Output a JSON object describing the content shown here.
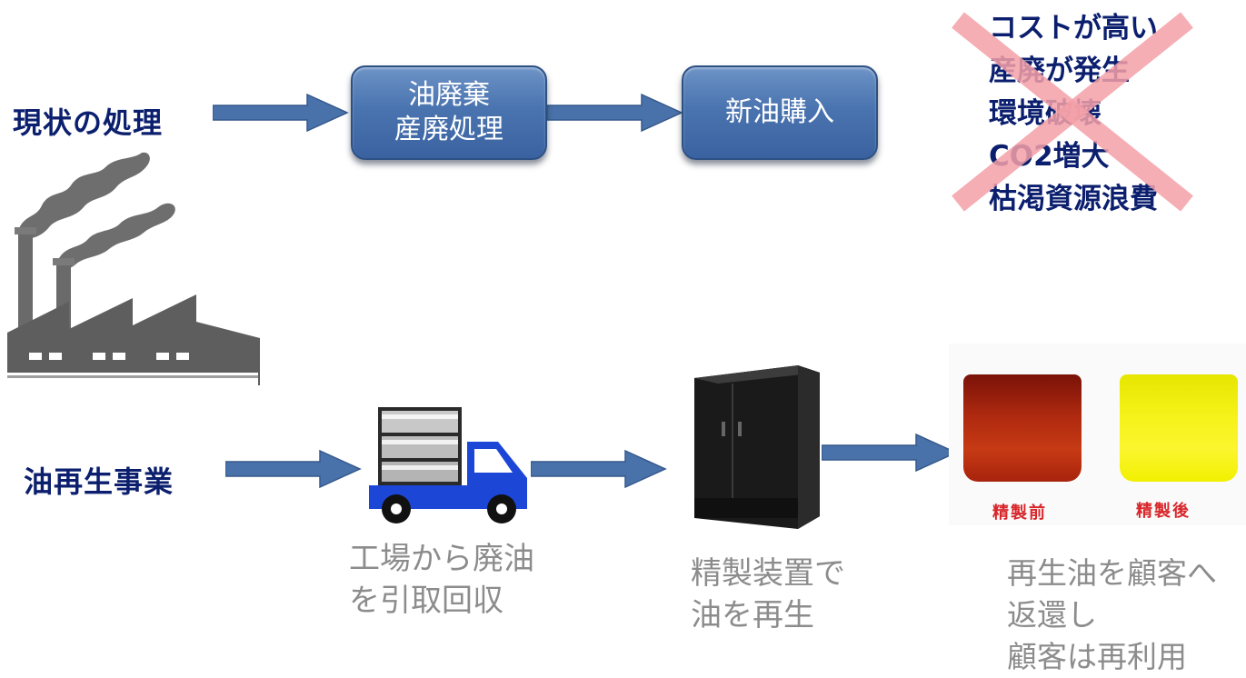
{
  "current_process": {
    "label": "現状の処理",
    "steps": [
      {
        "lines": [
          "油廃棄",
          "産廃処理"
        ]
      },
      {
        "lines": [
          "新油購入"
        ]
      }
    ],
    "problems": [
      "コストが高い",
      "産廃が発生",
      "環境破壊",
      "CO2増大",
      "枯渇資源浪費"
    ]
  },
  "recycling_business": {
    "label": "油再生事業",
    "steps": [
      {
        "caption": [
          "工場から廃油",
          "を引取回収"
        ]
      },
      {
        "caption": [
          "精製装置で",
          "油を再生"
        ]
      },
      {
        "caption": [
          "再生油を顧客へ",
          "返還し",
          "顧客は再利用"
        ]
      }
    ],
    "samples": [
      "精製前",
      "精製後"
    ]
  },
  "colors": {
    "arrow": "#4a72aa",
    "box": "#4a74b0",
    "label_text": "#0b1f6e",
    "caption_text": "#8c8c8c",
    "cross": "#f4a0a8",
    "sample_before": "#a8230d",
    "sample_after": "#f2f000",
    "truck": "#1c47d6"
  },
  "icons": [
    "factory-icon",
    "truck-icon",
    "refining-machine-icon",
    "oil-samples-image",
    "cross-icon"
  ]
}
